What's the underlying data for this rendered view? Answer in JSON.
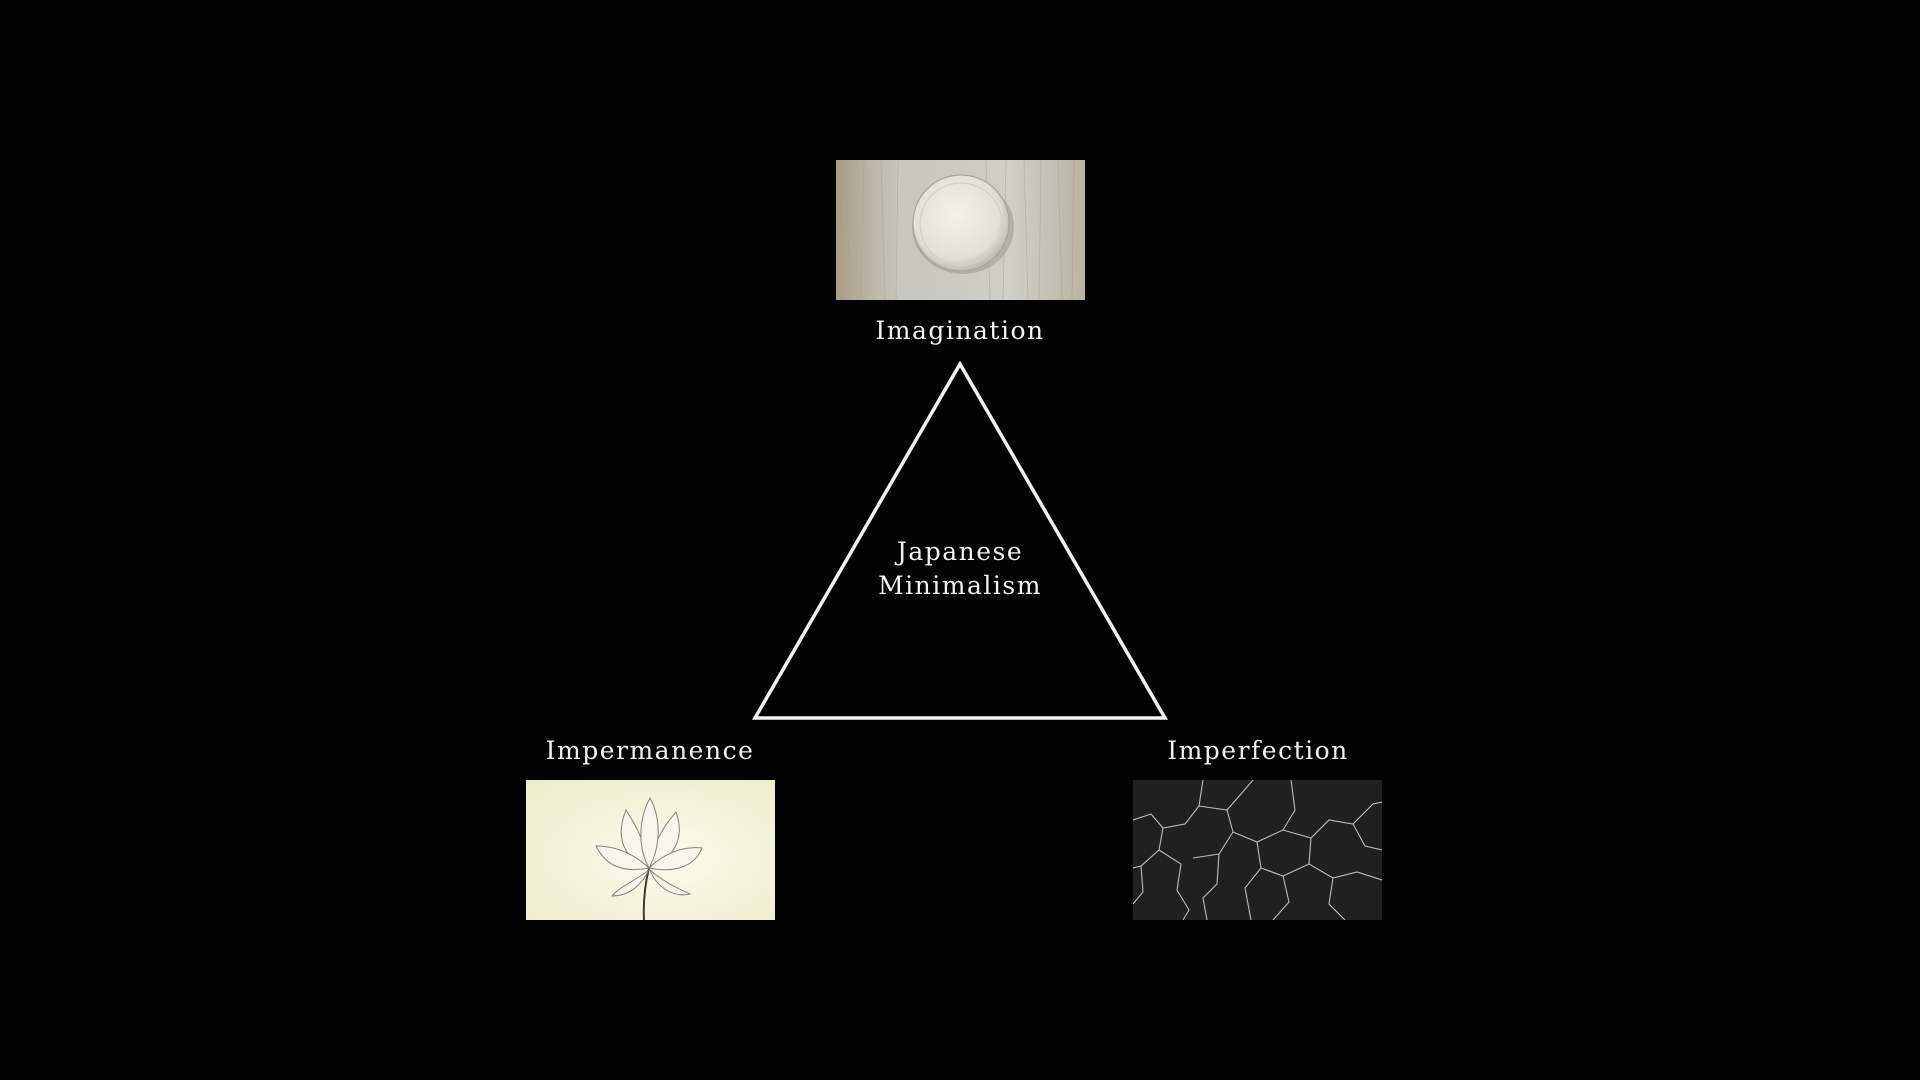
{
  "center": {
    "line1": "Japanese",
    "line2": "Minimalism"
  },
  "nodes": {
    "top": {
      "label": "Imagination",
      "image_icon": "ceramic-bowl-icon"
    },
    "bottom_left": {
      "label": "Impermanence",
      "image_icon": "lotus-flower-icon"
    },
    "bottom_right": {
      "label": "Imperfection",
      "image_icon": "cracked-surface-icon"
    }
  },
  "colors": {
    "background": "#030303",
    "foreground": "#f2f2f2",
    "paper_warm": "#f3f0d6",
    "wood_gray": "#c9c8bf",
    "crack_dark": "#1b1b1b"
  }
}
